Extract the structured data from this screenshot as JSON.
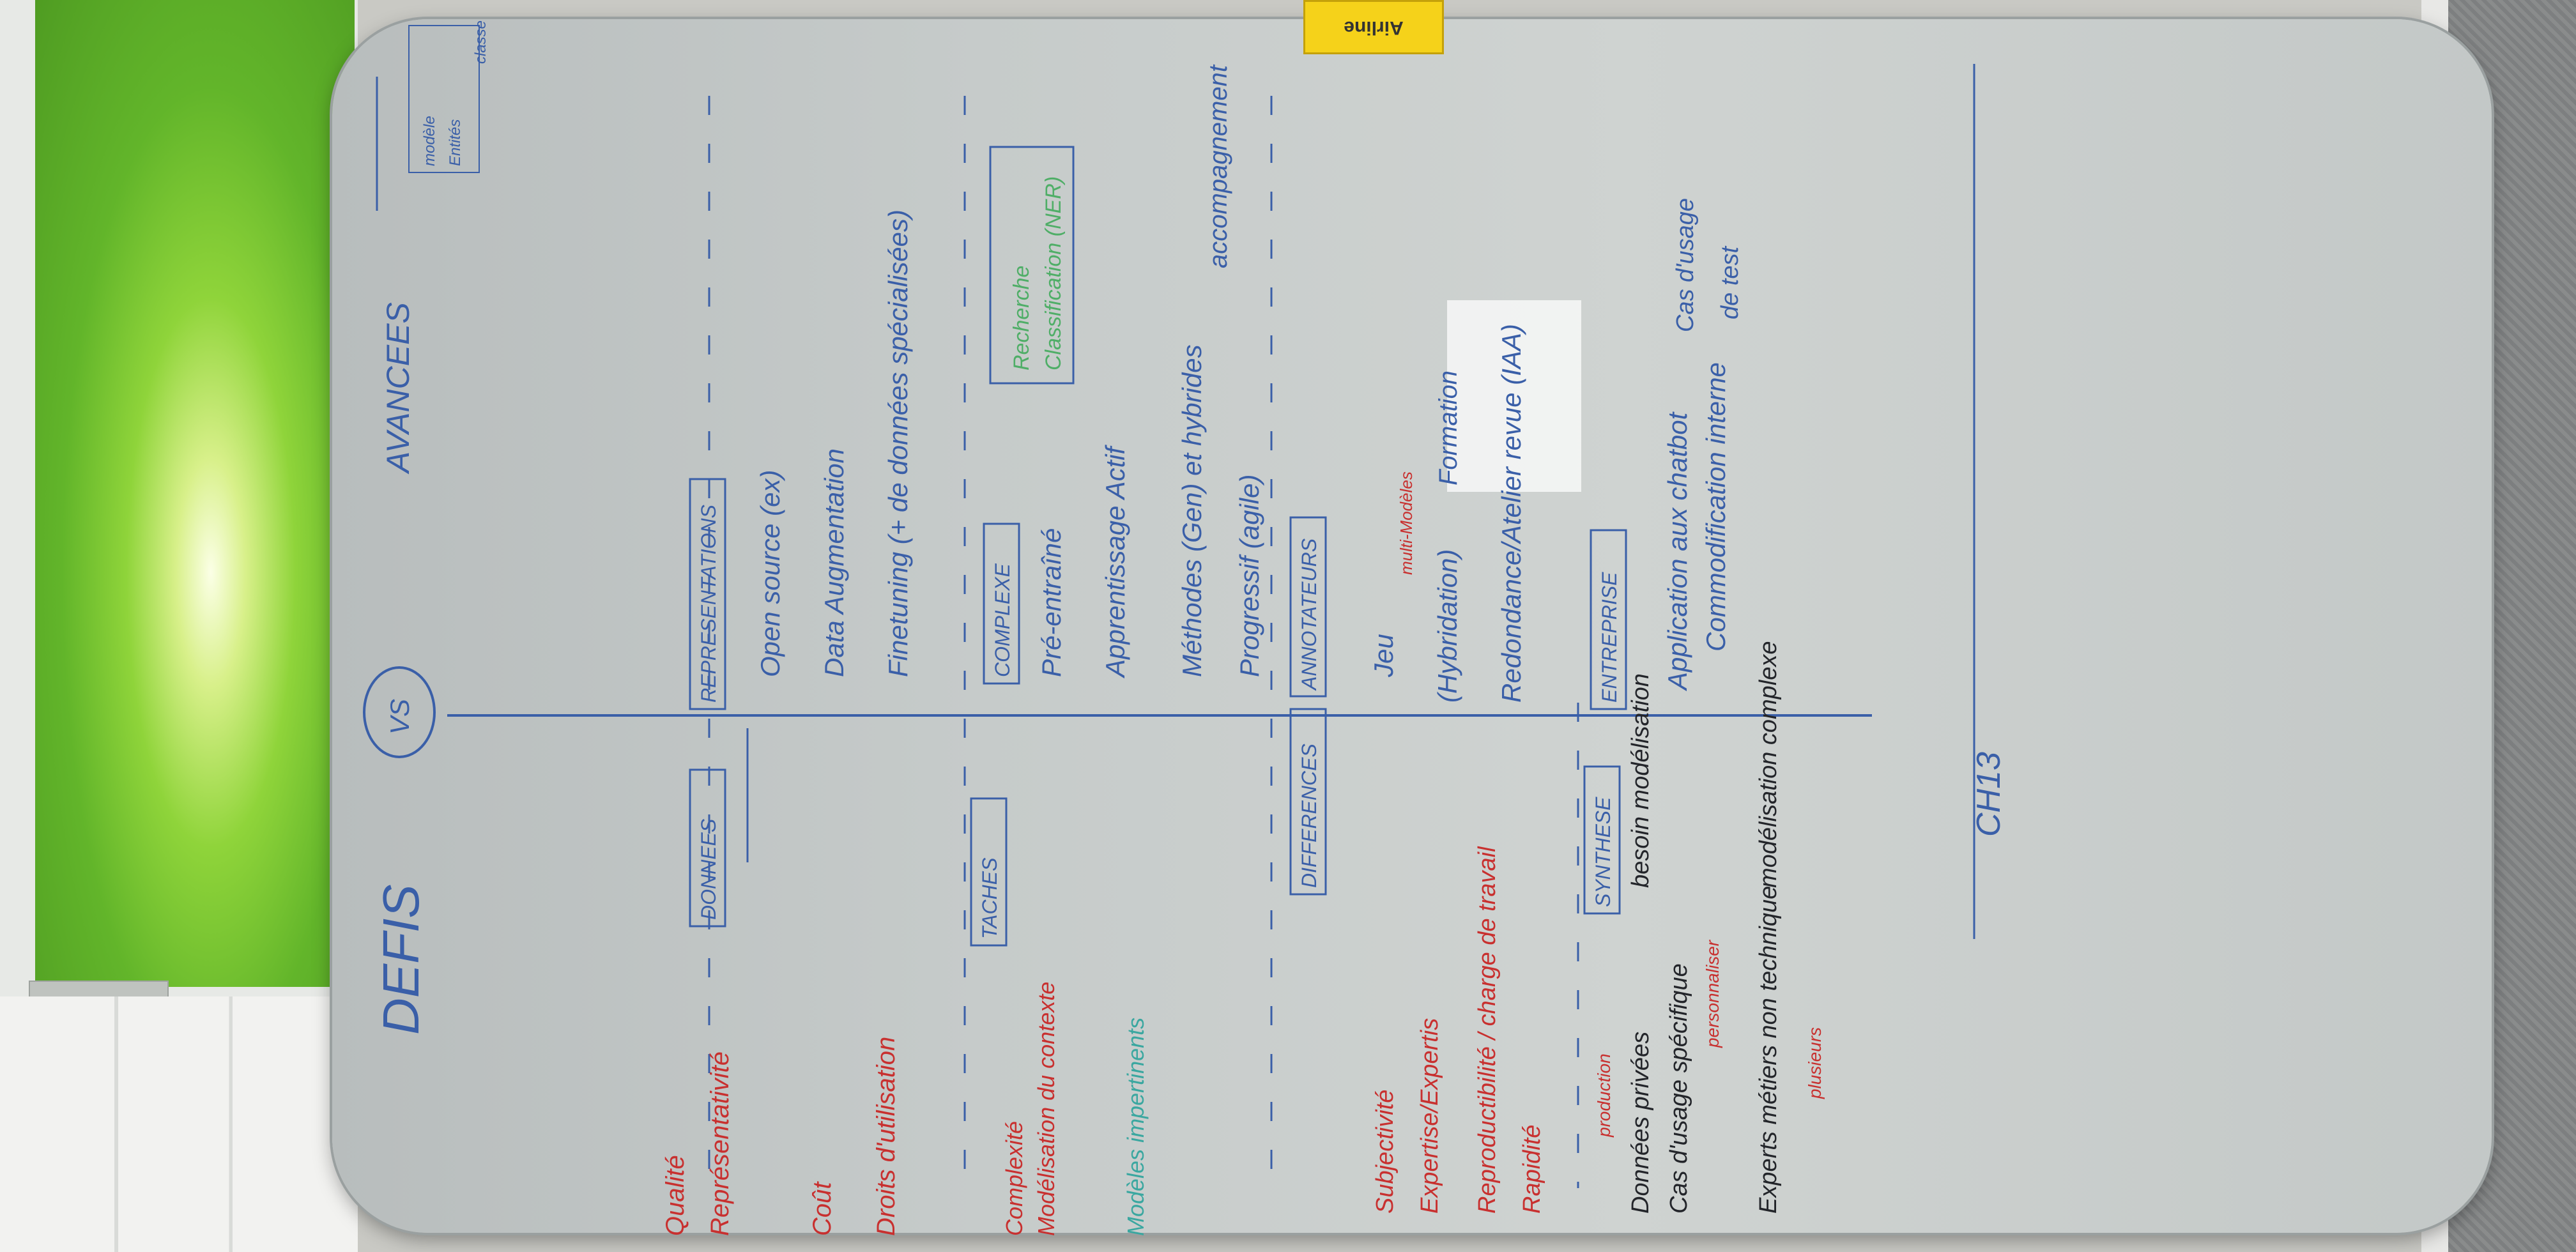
{
  "board": {
    "title": "DEFIS",
    "vs": "VS",
    "advances": "AVANCEES",
    "red_problems": [
      "Qualité",
      "Représentativité",
      "Coût",
      "Droits d'utilisation"
    ],
    "red_learning": [
      "Complexité",
      "Modélisation du contexte"
    ],
    "teal_learning": "Modèles impertinents",
    "red_annot": [
      "Subjectivité",
      "Expertise/Expertis",
      "Reproductibilité / charge de travail",
      "Rapidité"
    ],
    "black_synth": [
      "Données privées",
      "Cas d'usage spécifique",
      "Experts métiers non technique"
    ],
    "black_synth_right": [
      "besoin modélisation",
      "modélisation complexe"
    ],
    "synth_red": [
      "production",
      "personnaliser",
      "plusieurs"
    ],
    "boxes": {
      "data": "DONNEES",
      "representations": "REPRESENTATIONS",
      "tasks": "TACHES",
      "complexe": "COMPLEXE",
      "differences": "DIFFERENCES",
      "annotateurs": "ANNOTATEURS",
      "synthese": "SYNTHESE",
      "entreprise": "ENTREPRISE"
    },
    "representations_items": [
      "Open source (ex)",
      "Data Augmentation",
      "Finetuning (+ de données spécialisées)"
    ],
    "complexe_items": [
      "Pré-entraîné",
      "Apprentissage Actif",
      "Méthodes (Gen) et hybrides",
      "Progressif (agile)"
    ],
    "annotateurs_items": [
      "Jeu",
      "(Hybridation)",
      "Redondance/Atelier revue (IAA)"
    ],
    "annot_red": [
      "multi-Modèles"
    ],
    "formation": "Formation",
    "entreprise_items": [
      "Application aux chatbot",
      "Commodification interne"
    ],
    "cas_usage": [
      "Cas d'usage",
      "de test"
    ],
    "accompagnement": "accompagnement",
    "green_box": [
      "Recherche",
      "Classification (NER)"
    ],
    "signature": "CH13",
    "magnet": "Airline",
    "corner_sketch": [
      "modèle",
      "Entités",
      "classe"
    ]
  },
  "colors": {
    "blue_ink": "#3a5fa8",
    "red_ink": "#c8302f",
    "black_ink": "#23252a",
    "teal_ink": "#3aa7a0",
    "green_ink": "#4fae67"
  }
}
